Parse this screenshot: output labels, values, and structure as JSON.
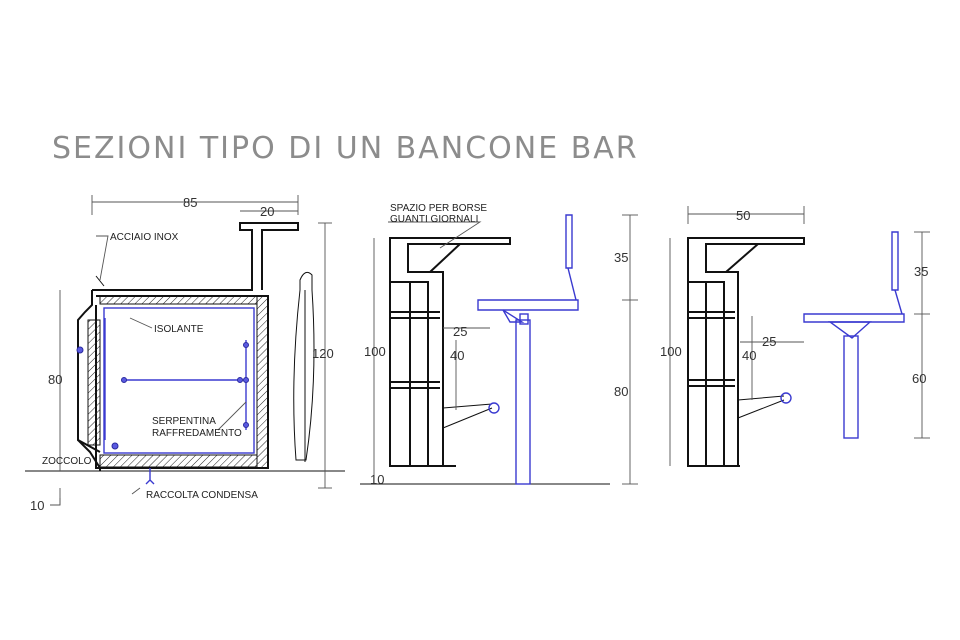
{
  "title": "SEZIONI TIPO DI UN BANCONE BAR",
  "section1": {
    "dim_width": "85",
    "dim_shelf": "20",
    "dim_height": "120",
    "dim_inner": "80",
    "dim_base": "10",
    "label_steel": "ACCIAIO INOX",
    "label_insulation": "ISOLANTE",
    "label_coil_1": "SERPENTINA",
    "label_coil_2": "RAFFREDAMENTO",
    "label_plinth": "ZOCCOLO",
    "label_drain": "RACCOLTA CONDENSA"
  },
  "section2": {
    "label_storage_1": "SPAZIO PER BORSE",
    "label_storage_2": "GUANTI GIORNALI",
    "dim_height": "100",
    "dim_base": "10",
    "dim_footrest_gap": "25",
    "dim_footrest_h": "40",
    "dim_top": "35",
    "dim_stool": "80"
  },
  "section3": {
    "dim_width": "50",
    "dim_height": "100",
    "dim_top": "35",
    "dim_gap": "25",
    "dim_footrest_h": "40",
    "dim_stool": "60"
  },
  "colors": {
    "drawing_line": "#111111",
    "equipment_blue": "#3a3ad0",
    "title_gray": "#8c8c8c"
  }
}
